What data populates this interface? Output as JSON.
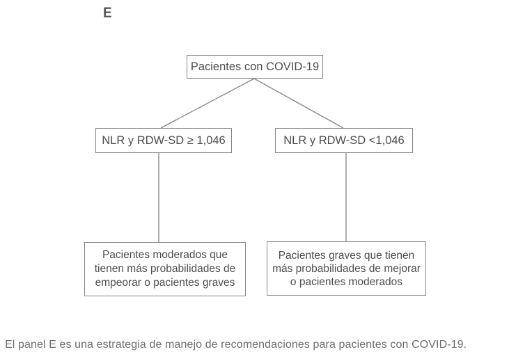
{
  "panel": {
    "label": "E"
  },
  "flowchart": {
    "root": {
      "label": "Pacientes con COVID-19"
    },
    "branch_left": {
      "label": "NLR y RDW-SD ≥ 1,046"
    },
    "branch_right": {
      "label": "NLR y RDW-SD <1,046"
    },
    "outcome_left": {
      "label": "Pacientes moderados que tienen más probabilidades de empeorar o pacientes graves"
    },
    "outcome_right": {
      "label": "Pacientes graves que tienen más probabilidades de mejorar o pacientes moderados"
    }
  },
  "caption": "El panel E es una estrategia de manejo de recomendaciones para pacientes con COVID-19.",
  "colors": {
    "background": "#ffffff",
    "box_border": "#848689",
    "box_text": "#4d4d4f",
    "connector_line": "#808285",
    "caption_text": "#6d6e71",
    "panel_label_text": "#58595b"
  }
}
